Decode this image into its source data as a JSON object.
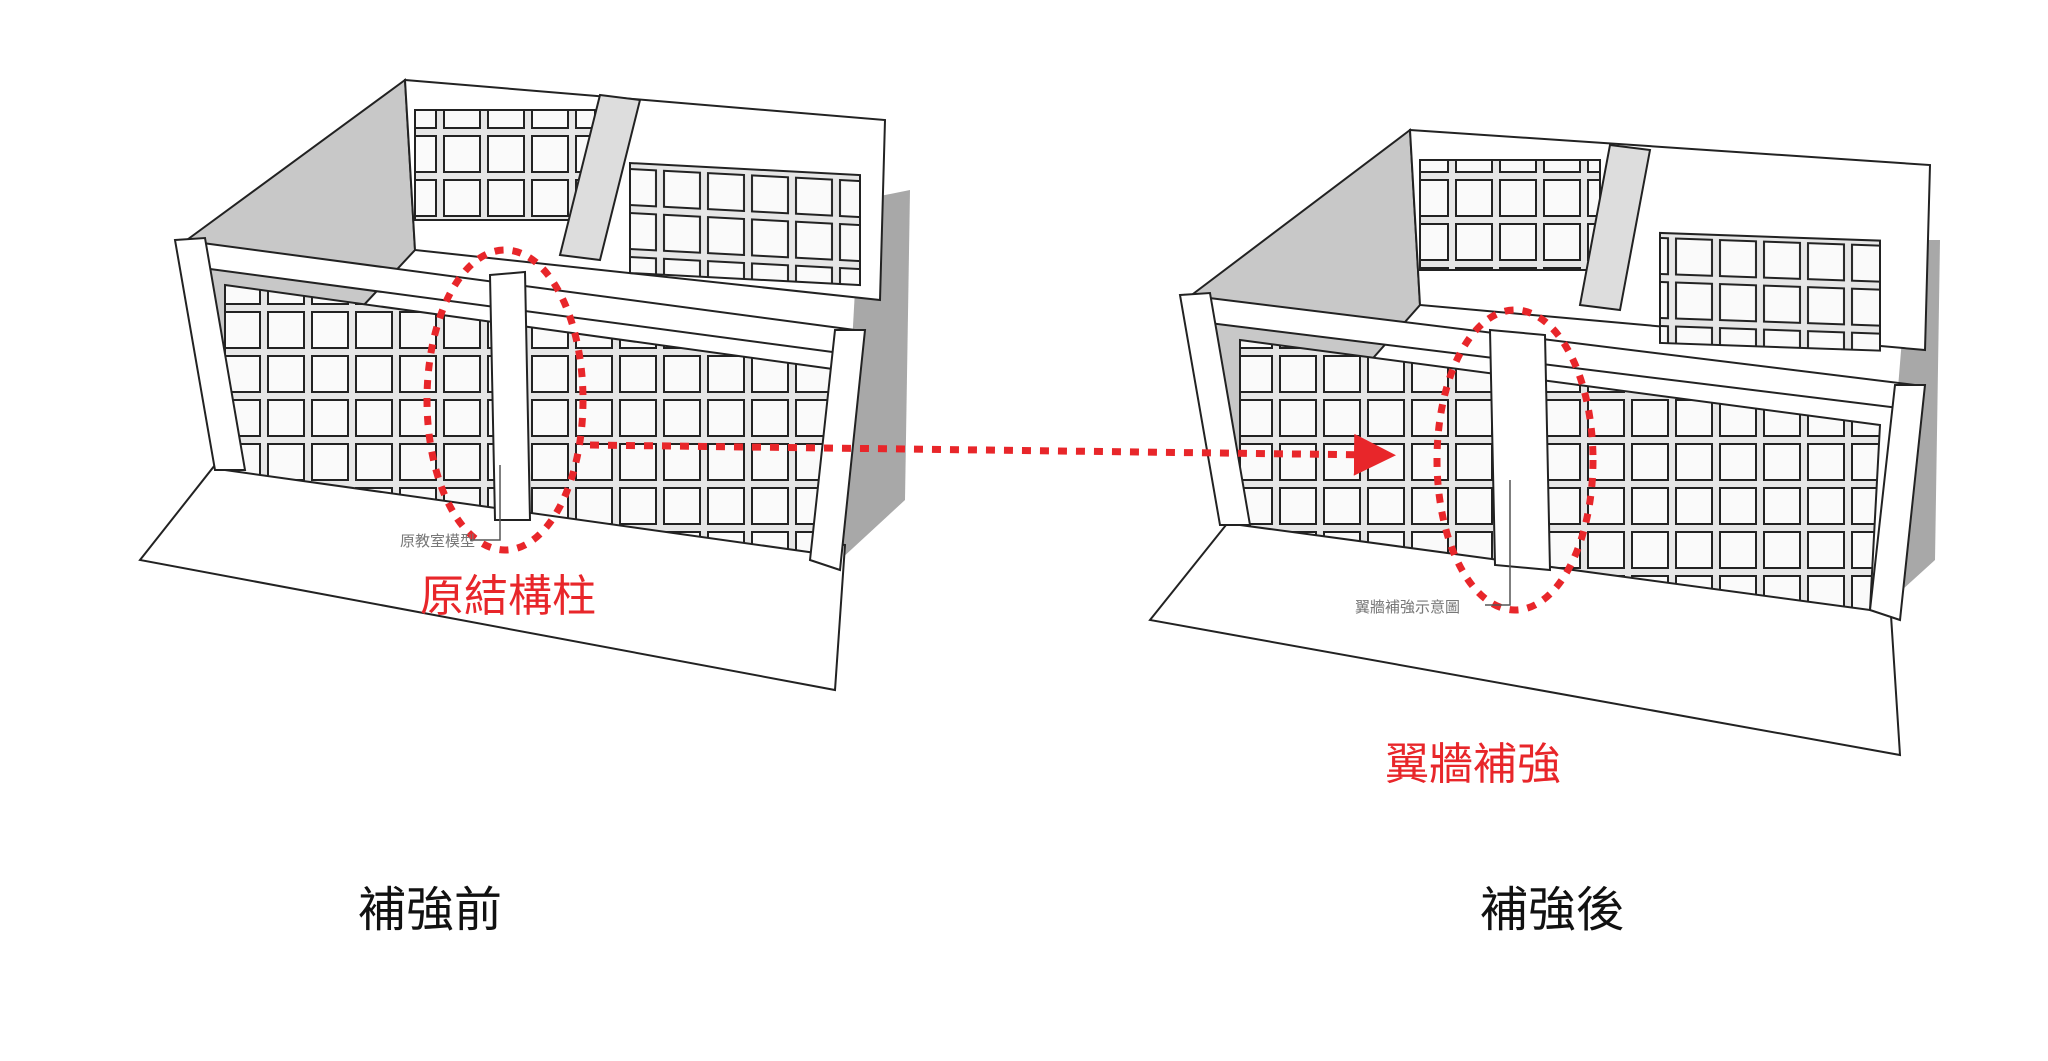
{
  "left_panel": {
    "caption": "補強前",
    "annotation": "原結構柱",
    "model_label": "原教室模型"
  },
  "right_panel": {
    "caption": "補強後",
    "annotation": "翼牆補強",
    "model_label": "翼牆補強示意圖"
  },
  "colors": {
    "annotation": "#e8262a",
    "shadow": "#a8a8a8",
    "wall": "#c8c8c8"
  }
}
